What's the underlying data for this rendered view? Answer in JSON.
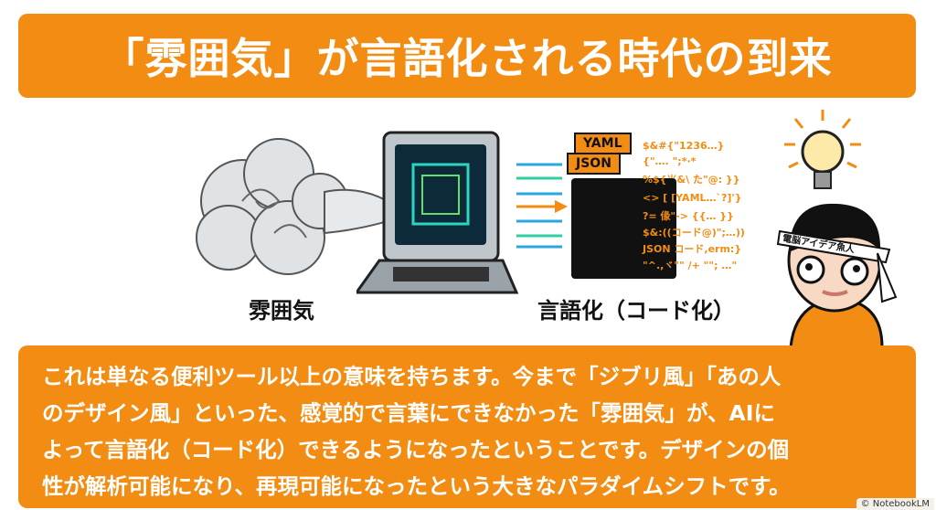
{
  "header": {
    "title": "「雰囲気」が言語化される時代の到来"
  },
  "diagram": {
    "left_label": "雰囲気",
    "right_label": "言語化（コード化）",
    "tags": [
      "YAML",
      "JSON"
    ],
    "code_lines": [
      "$&#{\"1236…}",
      "{\"…. \";*·*",
      "%${⺌&\\ た\"@: }}",
      "<> [ [YAML…`?]'}",
      "?= 㑰\"-> {{… }}",
      "$&:((コード@)\";…))",
      "JSON コード,erm:}",
      "\"^.,ヾ\"\" /+ \"\"; …\""
    ],
    "headband_text": "電脳アイデア魚人"
  },
  "body": {
    "lines": [
      "これは単なる便利ツール以上の意味を持ちます。今まで「ジブリ風」「あの人",
      "のデザイン風」といった、感覚的で言葉にできなかった「雰囲気」が、AIに",
      "よって言語化（コード化）できるようになったということです。デザインの個",
      "性が解析可能になり、再現可能になったという大きなパラダイムシフトです。"
    ]
  },
  "watermark": "© NotebookLM",
  "colors": {
    "accent": "#F28C12"
  }
}
